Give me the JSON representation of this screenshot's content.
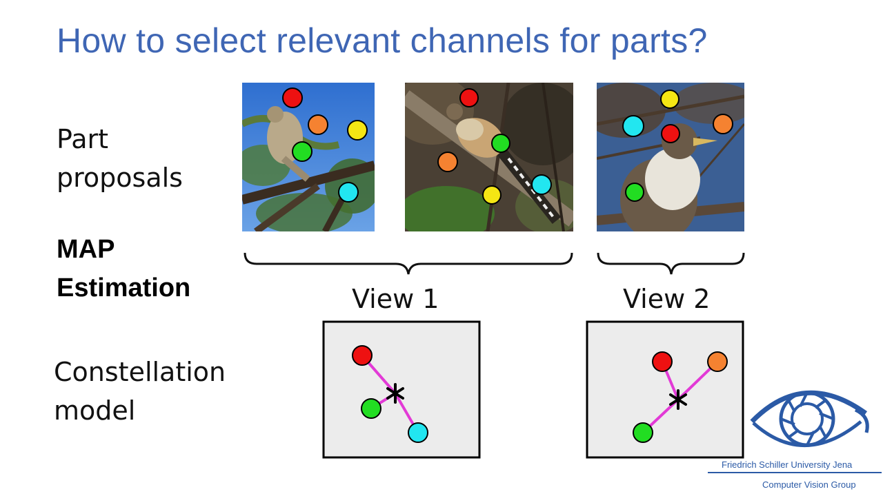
{
  "slide": {
    "title": "How to select relevant channels for parts?",
    "labels": {
      "part_proposals": [
        "Part",
        "proposals"
      ],
      "map_estimation": [
        "MAP",
        "Estimation"
      ],
      "constellation_model": [
        "Constellation",
        "model"
      ]
    },
    "views": [
      "View 1",
      "View 2"
    ]
  },
  "logo": {
    "university": "Friedrich Schiller University Jena",
    "group": "Computer Vision Group"
  },
  "colors": {
    "title": "#3f66b4",
    "red": "#ee1111",
    "orange": "#f58231",
    "yellow": "#f5e614",
    "green": "#22dd22",
    "cyan": "#22e6f0",
    "edge": "#e23ad6",
    "model_bg": "#ececec"
  }
}
